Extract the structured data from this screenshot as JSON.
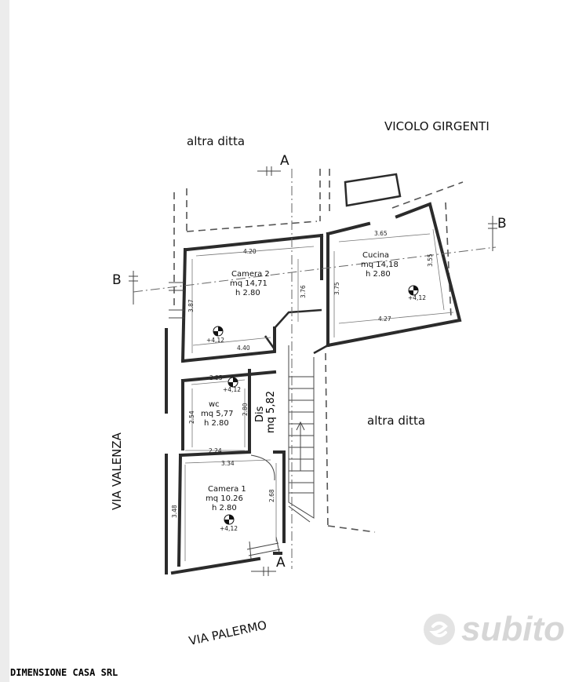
{
  "streets": {
    "altra_ditta_top": "altra ditta",
    "vicolo_girgenti": "VICOLO GIRGENTI",
    "altra_ditta_right": "altra ditta",
    "via_valenza": "VIA VALENZA",
    "via_palermo": "VIA PALERMO"
  },
  "sections": {
    "a_top": "A",
    "a_bottom": "A",
    "b_left": "B",
    "b_right": "B"
  },
  "rooms": {
    "camera2": {
      "name": "Camera 2",
      "area": "mq 14,71",
      "height": "h 2.80",
      "level": "+4,12"
    },
    "cucina": {
      "name": "Cucina",
      "area": "mq 14,18",
      "height": "h 2.80",
      "level": "+4,12"
    },
    "wc": {
      "name": "wc",
      "area": "mq 5,77",
      "height": "h 2.80",
      "level": "+4,12"
    },
    "dis": {
      "name": "Dis",
      "area": "mq 5,82"
    },
    "camera1": {
      "name": "Camera 1",
      "area": "mq 10.26",
      "height": "h 2.80",
      "level": "+4,12"
    }
  },
  "dimensions": {
    "cam2_top": "4.20",
    "cam2_bottom": "4.40",
    "cam2_left": "3.87",
    "cam2_right": "3.76",
    "cucina_top": "3.65",
    "cucina_bottom": "4.27",
    "cucina_left": "3.75",
    "cucina_right": "3.55",
    "wc_top": "2.25",
    "wc_left": "2.54",
    "wc_right": "2.80",
    "wc_bottom": "2.24",
    "cam1_top": "3.34",
    "cam1_left": "3.48",
    "cam1_right": "2.68"
  },
  "company": "DIMENSIONE CASA SRL",
  "watermark": "subito"
}
